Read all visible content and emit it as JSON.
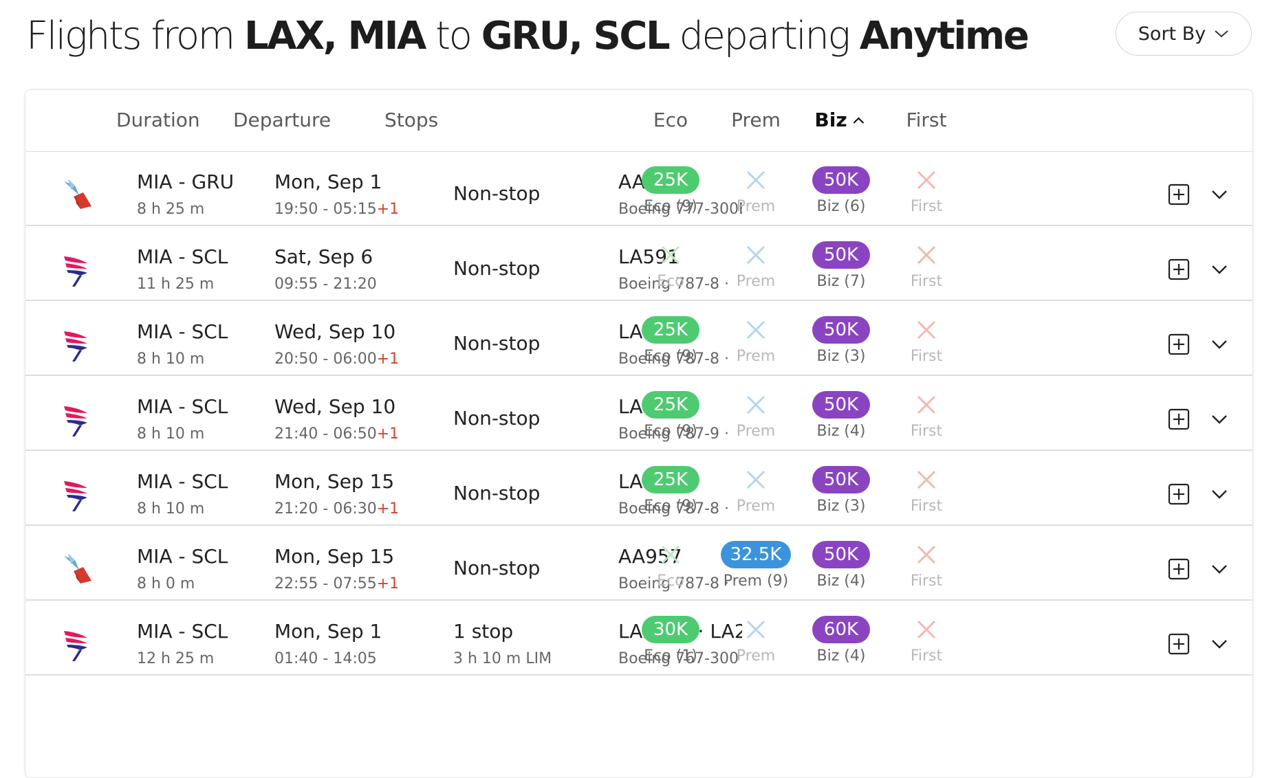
{
  "header": {
    "title_parts": {
      "p1": "Flights from ",
      "origins": "LAX, MIA",
      "p2": " to ",
      "destinations": "GRU, SCL",
      "p3": " departing ",
      "when": "Anytime"
    },
    "sort_label": "Sort By"
  },
  "columns": {
    "duration": "Duration",
    "departure": "Departure",
    "stops": "Stops",
    "eco": "Eco",
    "prem": "Prem",
    "biz": "Biz",
    "first": "First"
  },
  "colors": {
    "eco_pill": "#4ecb71",
    "prem_pill": "#3b93dc",
    "biz_pill": "#8a44c1",
    "eco_x": "#bfe9c9",
    "prem_x": "#b4d5f0",
    "first_x": "#f3b8b0",
    "next_day": "#d0452f"
  },
  "rows": [
    {
      "airline_icon": "american-airlines-logo",
      "route": "MIA - GRU",
      "duration": "8 h 25 m",
      "date": "Mon, Sep 1",
      "times": "19:50 - 05:15",
      "plus": "+1",
      "stops": "Non-stop",
      "via": "",
      "flight": "AA929",
      "aircraft": "Boeing 777-300ER",
      "eco": "25K",
      "eco_label": "Eco (9)",
      "prem": "",
      "prem_label": "Prem",
      "biz": "50K",
      "biz_label": "Biz (6)",
      "first": "",
      "first_label": "First"
    },
    {
      "airline_icon": "latam-logo",
      "route": "MIA - SCL",
      "duration": "11 h 25 m",
      "date": "Sat, Sep 6",
      "times": "09:55 - 21:20",
      "plus": "",
      "stops": "Non-stop",
      "via": "",
      "flight": "LA591",
      "aircraft": "Boeing 787-8 · ",
      "eco": "",
      "eco_label": "Eco",
      "prem": "",
      "prem_label": "Prem",
      "biz": "50K",
      "biz_label": "Biz (7)",
      "first": "",
      "first_label": "First"
    },
    {
      "airline_icon": "latam-logo",
      "route": "MIA - SCL",
      "duration": "8 h 10 m",
      "date": "Wed, Sep 10",
      "times": "20:50 - 06:00",
      "plus": "+1",
      "stops": "Non-stop",
      "via": "",
      "flight": "LA503",
      "aircraft": "Boeing 787-8 · ",
      "eco": "25K",
      "eco_label": "Eco (9)",
      "prem": "",
      "prem_label": "Prem",
      "biz": "50K",
      "biz_label": "Biz (3)",
      "first": "",
      "first_label": "First"
    },
    {
      "airline_icon": "latam-logo",
      "route": "MIA - SCL",
      "duration": "8 h 10 m",
      "date": "Wed, Sep 10",
      "times": "21:40 - 06:50",
      "plus": "+1",
      "stops": "Non-stop",
      "via": "",
      "flight": "LA501",
      "aircraft": "Boeing 787-9 · ",
      "eco": "25K",
      "eco_label": "Eco (9)",
      "prem": "",
      "prem_label": "Prem",
      "biz": "50K",
      "biz_label": "Biz (4)",
      "first": "",
      "first_label": "First"
    },
    {
      "airline_icon": "latam-logo",
      "route": "MIA - SCL",
      "duration": "8 h 10 m",
      "date": "Mon, Sep 15",
      "times": "21:20 - 06:30",
      "plus": "+1",
      "stops": "Non-stop",
      "via": "",
      "flight": "LA503",
      "aircraft": "Boeing 787-8 · ",
      "eco": "25K",
      "eco_label": "Eco (9)",
      "prem": "",
      "prem_label": "Prem",
      "biz": "50K",
      "biz_label": "Biz (3)",
      "first": "",
      "first_label": "First"
    },
    {
      "airline_icon": "american-airlines-logo",
      "route": "MIA - SCL",
      "duration": "8 h 0 m",
      "date": "Mon, Sep 15",
      "times": "22:55 - 07:55",
      "plus": "+1",
      "stops": "Non-stop",
      "via": "",
      "flight": "AA957",
      "aircraft": "Boeing 787-8 · ",
      "eco": "",
      "eco_label": "Eco",
      "prem": "32.5K",
      "prem_label": "Prem (9)",
      "biz": "50K",
      "biz_label": "Biz (4)",
      "first": "",
      "first_label": "First"
    },
    {
      "airline_icon": "latam-logo",
      "route": "MIA - SCL",
      "duration": "12 h 25 m",
      "date": "Mon, Sep 1",
      "times": "01:40 - 14:05",
      "plus": "",
      "stops": "1 stop",
      "via": "3 h 10 m LIM",
      "flight": "LA2699 · LA2",
      "aircraft": "Boeing 767-300 · ",
      "eco": "30K",
      "eco_label": "Eco (1)",
      "prem": "",
      "prem_label": "Prem",
      "biz": "60K",
      "biz_label": "Biz (4)",
      "first": "",
      "first_label": "First"
    }
  ]
}
